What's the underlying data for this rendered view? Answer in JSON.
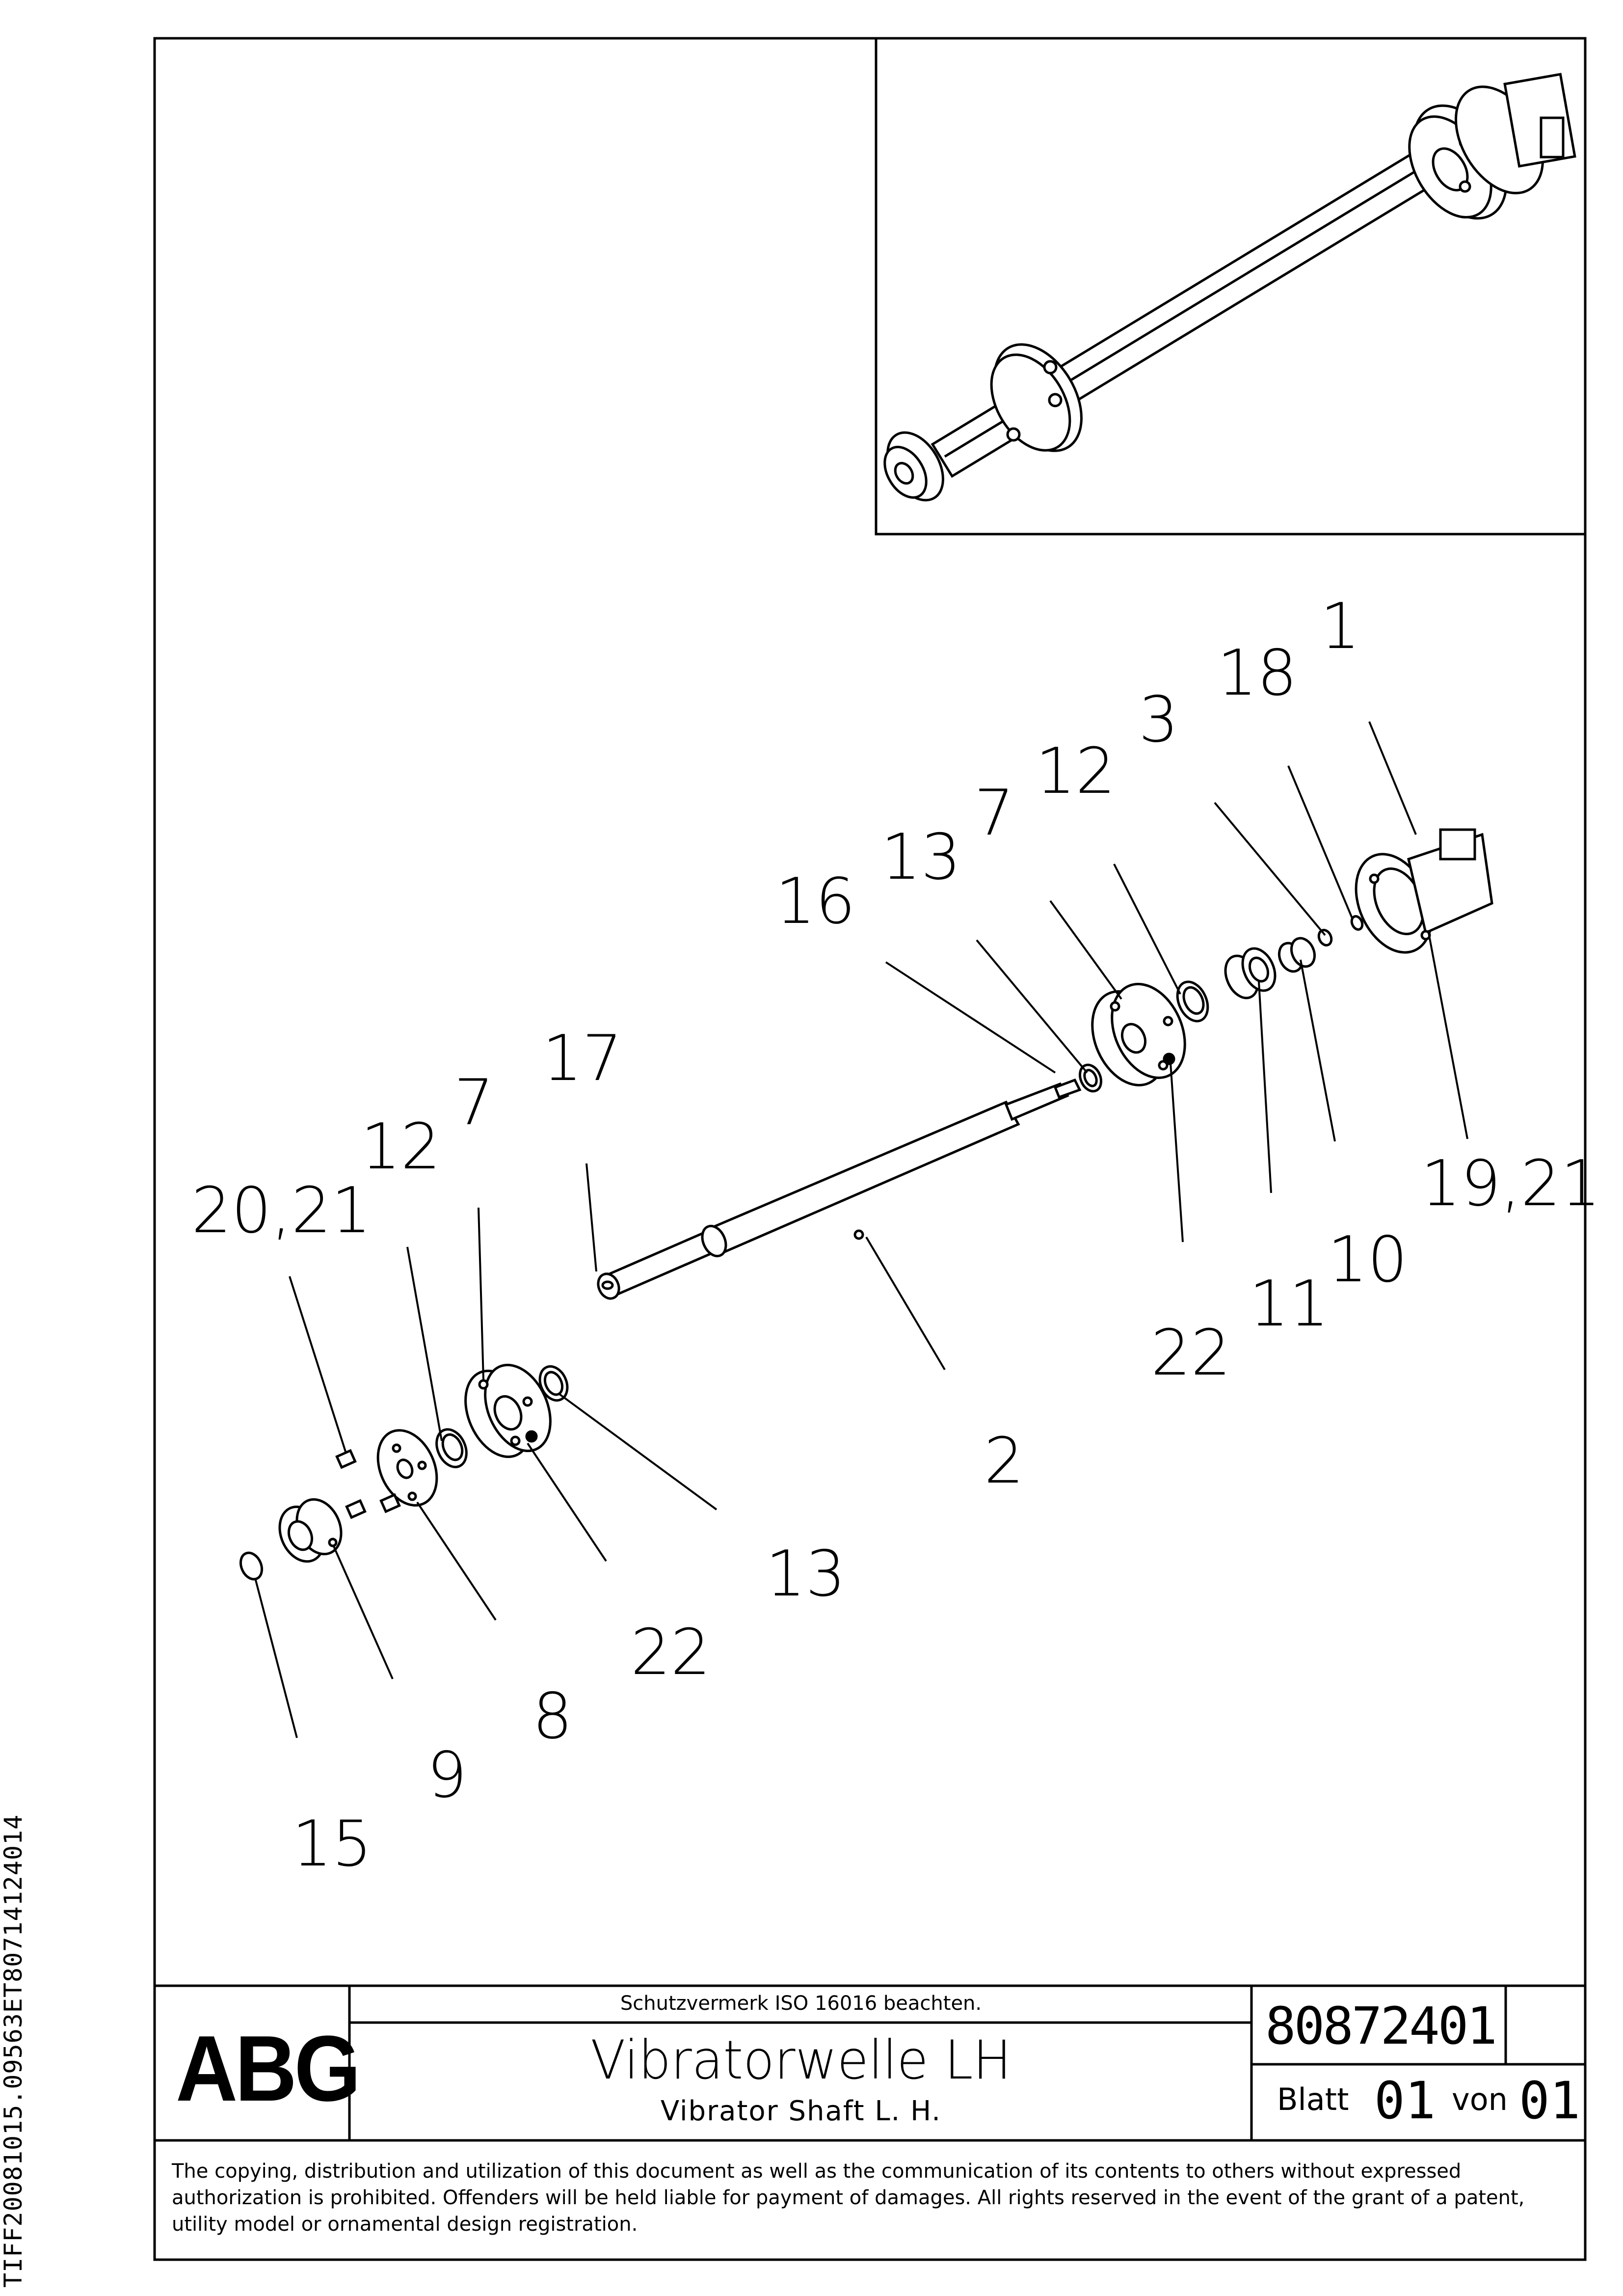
{
  "side_id": "TIFF20081015.09563ET80714124014",
  "callouts": {
    "c1": "1",
    "c18": "18",
    "c3": "3",
    "c12_top": "12",
    "c7_top": "7",
    "c13_top": "13",
    "c16": "16",
    "c17": "17",
    "c7_left": "7",
    "c12_left": "12",
    "c20_21": "20,21",
    "c19_21": "19,21",
    "c10": "10",
    "c11": "11",
    "c22_right": "22",
    "c2": "2",
    "c13_low": "13",
    "c22_low": "22",
    "c8": "8",
    "c9": "9",
    "c15": "15"
  },
  "title_block": {
    "logo": "ABG",
    "protection_note": "Schutzvermerk ISO 16016 beachten.",
    "title_de": "Vibratorwelle LH",
    "title_en": "Vibrator Shaft L. H.",
    "doc_number": "80872401",
    "sheet_label": "Blatt",
    "sheet_number": "01",
    "of_label": "von",
    "sheet_total": "01"
  },
  "legal_notice": "The copying, distribution and utilization of this document as well as the communication of its contents to others without expressed authorization is prohibited. Offenders will be held liable for payment of damages. All rights reserved in the event of the grant of a patent, utility model or ornamental design registration."
}
